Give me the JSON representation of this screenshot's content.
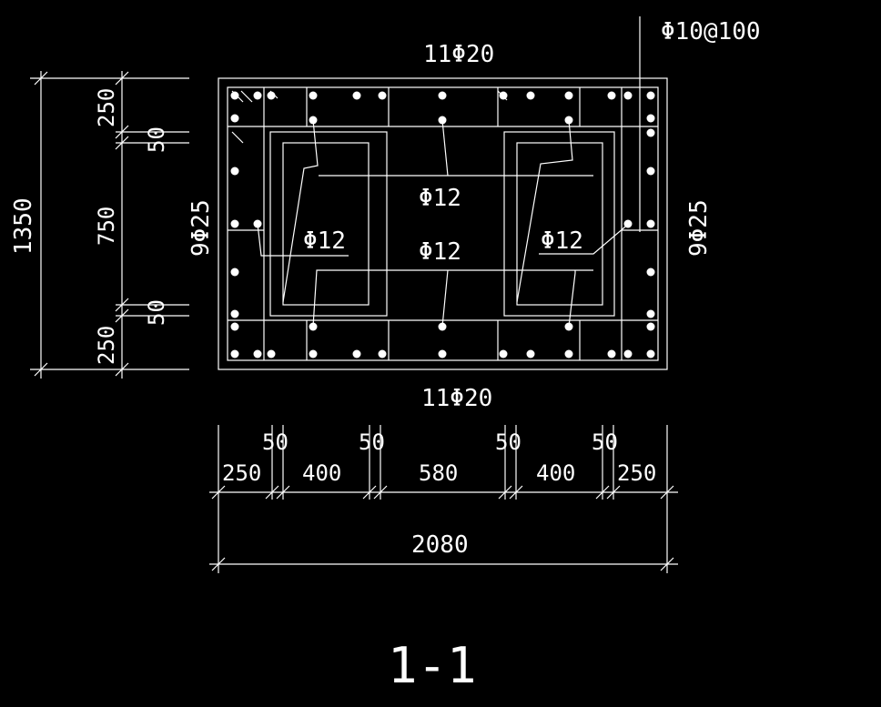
{
  "section": {
    "title": "1-1",
    "stirrup_label": "Φ10@100",
    "top_bars_label": "11Φ20",
    "bottom_bars_label": "11Φ20",
    "left_side_bars_label": "9Φ25",
    "right_side_bars_label": "9Φ25",
    "inner_label_left": "Φ12",
    "inner_label_right": "Φ12",
    "inner_label_center_top": "Φ12",
    "inner_label_center_bottom": "Φ12"
  },
  "dimensions": {
    "total_height": "1350",
    "left_segments": [
      "250",
      "50",
      "750",
      "50",
      "250"
    ],
    "bottom_segments": [
      "250",
      "50",
      "400",
      "50",
      "580",
      "50",
      "400",
      "50",
      "250"
    ],
    "total_width": "2080"
  },
  "colors": {
    "background": "#000000",
    "lines": "#ffffff"
  }
}
